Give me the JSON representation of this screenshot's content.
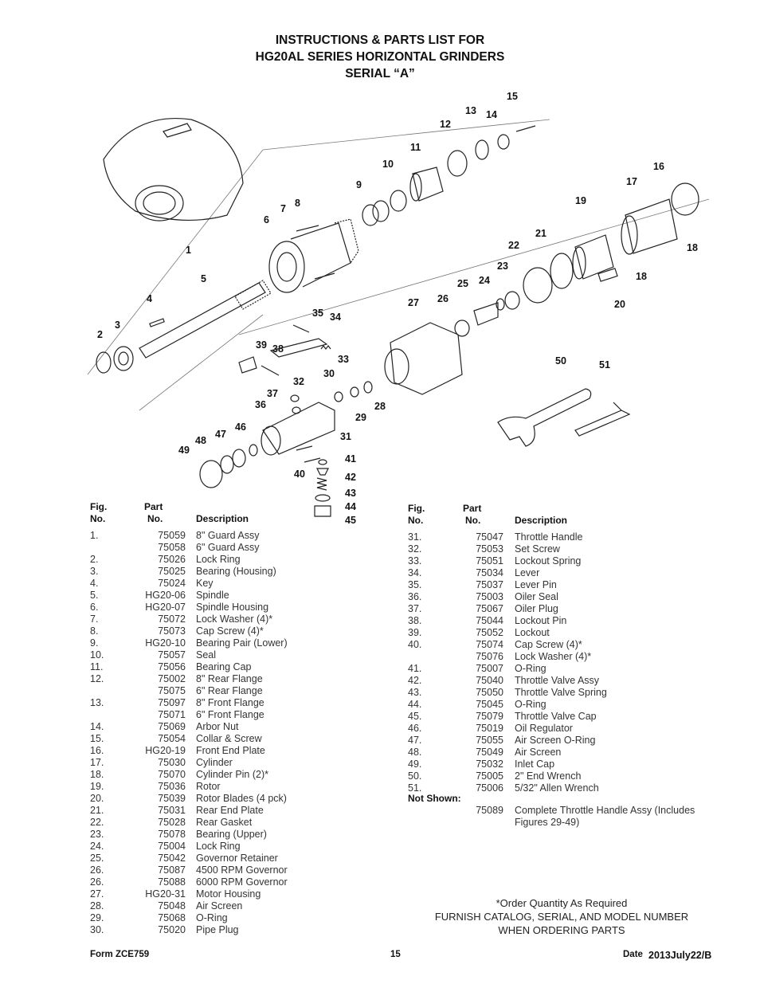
{
  "title": {
    "line1": "INSTRUCTIONS & PARTS LIST FOR",
    "line2": "HG20AL SERIES HORIZONTAL GRINDERS",
    "line3": "SERIAL “A”"
  },
  "diagram_callouts": [
    "1",
    "2",
    "3",
    "4",
    "5",
    "6",
    "7",
    "8",
    "9",
    "10",
    "11",
    "12",
    "13",
    "14",
    "15",
    "16",
    "17",
    "18",
    "18",
    "19",
    "20",
    "21",
    "22",
    "23",
    "24",
    "25",
    "26",
    "27",
    "28",
    "29",
    "30",
    "31",
    "32",
    "33",
    "34",
    "35",
    "36",
    "37",
    "38",
    "39",
    "40",
    "41",
    "42",
    "43",
    "44",
    "45",
    "46",
    "47",
    "48",
    "49",
    "50",
    "51"
  ],
  "table_headers": {
    "fig_no_line1": "Fig.",
    "fig_no_line2": "No.",
    "part_no_line1": "Part",
    "part_no_line2": "No.",
    "description": "Description"
  },
  "left_rows": [
    {
      "fig": "1.",
      "part": "75059",
      "desc": "8\" Guard Assy"
    },
    {
      "fig": "",
      "part": "75058",
      "desc": "6\" Guard Assy"
    },
    {
      "fig": "2.",
      "part": "75026",
      "desc": "Lock Ring"
    },
    {
      "fig": "3.",
      "part": "75025",
      "desc": "Bearing (Housing)"
    },
    {
      "fig": "4.",
      "part": "75024",
      "desc": "Key"
    },
    {
      "fig": "5.",
      "part": "HG20-06",
      "desc": "Spindle"
    },
    {
      "fig": "6.",
      "part": "HG20-07",
      "desc": "Spindle Housing"
    },
    {
      "fig": "7.",
      "part": "75072",
      "desc": "Lock Washer (4)*"
    },
    {
      "fig": "8.",
      "part": "75073",
      "desc": "Cap Screw (4)*"
    },
    {
      "fig": "9.",
      "part": "HG20-10",
      "desc": "Bearing Pair (Lower)"
    },
    {
      "fig": "10.",
      "part": "75057",
      "desc": "Seal"
    },
    {
      "fig": "11.",
      "part": "75056",
      "desc": "Bearing Cap"
    },
    {
      "fig": "12.",
      "part": "75002",
      "desc": "8\" Rear Flange"
    },
    {
      "fig": "",
      "part": "75075",
      "desc": "6\" Rear Flange"
    },
    {
      "fig": "13.",
      "part": "75097",
      "desc": "8\" Front Flange"
    },
    {
      "fig": "",
      "part": "75071",
      "desc": "6\" Front Flange"
    },
    {
      "fig": "14.",
      "part": "75069",
      "desc": "Arbor Nut"
    },
    {
      "fig": "15.",
      "part": "75054",
      "desc": "Collar & Screw"
    },
    {
      "fig": "16.",
      "part": "HG20-19",
      "desc": "Front End Plate"
    },
    {
      "fig": "17.",
      "part": "75030",
      "desc": "Cylinder"
    },
    {
      "fig": "18.",
      "part": "75070",
      "desc": "Cylinder Pin (2)*"
    },
    {
      "fig": "19.",
      "part": "75036",
      "desc": "Rotor"
    },
    {
      "fig": "20.",
      "part": "75039",
      "desc": "Rotor Blades (4 pck)"
    },
    {
      "fig": "21.",
      "part": "75031",
      "desc": "Rear End Plate"
    },
    {
      "fig": "22.",
      "part": "75028",
      "desc": "Rear Gasket"
    },
    {
      "fig": "23.",
      "part": "75078",
      "desc": "Bearing (Upper)"
    },
    {
      "fig": "24.",
      "part": "75004",
      "desc": "Lock Ring"
    },
    {
      "fig": "25.",
      "part": "75042",
      "desc": "Governor Retainer"
    },
    {
      "fig": "26.",
      "part": "75087",
      "desc": "4500 RPM Governor"
    },
    {
      "fig": "26.",
      "part": "75088",
      "desc": "6000 RPM Governor"
    },
    {
      "fig": "27.",
      "part": "HG20-31",
      "desc": "Motor Housing"
    },
    {
      "fig": "28.",
      "part": "75048",
      "desc": "Air Screen"
    },
    {
      "fig": "29.",
      "part": "75068",
      "desc": "O-Ring"
    },
    {
      "fig": "30.",
      "part": "75020",
      "desc": "Pipe Plug"
    }
  ],
  "right_rows": [
    {
      "fig": "31.",
      "part": "75047",
      "desc": "Throttle Handle"
    },
    {
      "fig": "32.",
      "part": "75053",
      "desc": "Set Screw"
    },
    {
      "fig": "33.",
      "part": "75051",
      "desc": "Lockout Spring"
    },
    {
      "fig": "34.",
      "part": "75034",
      "desc": "Lever"
    },
    {
      "fig": "35.",
      "part": "75037",
      "desc": "Lever Pin"
    },
    {
      "fig": "36.",
      "part": "75003",
      "desc": "Oiler Seal"
    },
    {
      "fig": "37.",
      "part": "75067",
      "desc": "Oiler Plug"
    },
    {
      "fig": "38.",
      "part": "75044",
      "desc": "Lockout Pin"
    },
    {
      "fig": "39.",
      "part": "75052",
      "desc": "Lockout"
    },
    {
      "fig": "40.",
      "part": "75074",
      "desc": "Cap Screw (4)*"
    },
    {
      "fig": "",
      "part": "75076",
      "desc": "Lock Washer (4)*"
    },
    {
      "fig": "41.",
      "part": "75007",
      "desc": "O-Ring"
    },
    {
      "fig": "42.",
      "part": "75040",
      "desc": "Throttle Valve Assy"
    },
    {
      "fig": "43.",
      "part": "75050",
      "desc": "Throttle Valve Spring"
    },
    {
      "fig": "44.",
      "part": "75045",
      "desc": "O-Ring"
    },
    {
      "fig": "45.",
      "part": "75079",
      "desc": "Throttle Valve Cap"
    },
    {
      "fig": "46.",
      "part": "75019",
      "desc": "Oil Regulator"
    },
    {
      "fig": "47.",
      "part": "75055",
      "desc": "Air Screen O-Ring"
    },
    {
      "fig": "48.",
      "part": "75049",
      "desc": "Air Screen"
    },
    {
      "fig": "49.",
      "part": "75032",
      "desc": "Inlet Cap"
    },
    {
      "fig": "50.",
      "part": "75005",
      "desc": "2\" End Wrench"
    },
    {
      "fig": "51.",
      "part": "75006",
      "desc": "5/32\" Allen Wrench"
    }
  ],
  "not_shown": {
    "label": "Not Shown:",
    "part": "75089",
    "desc_line1": "Complete Throttle Handle Assy (Includes",
    "desc_line2": "Figures 29-49)"
  },
  "notes": {
    "line1": "*Order Quantity As Required",
    "line2": "FURNISH CATALOG, SERIAL, AND MODEL NUMBER",
    "line3": "WHEN ORDERING PARTS"
  },
  "footer": {
    "form": "Form ZCE759",
    "page": "15",
    "date_label": "Date",
    "date_value": "2013July22/B"
  }
}
